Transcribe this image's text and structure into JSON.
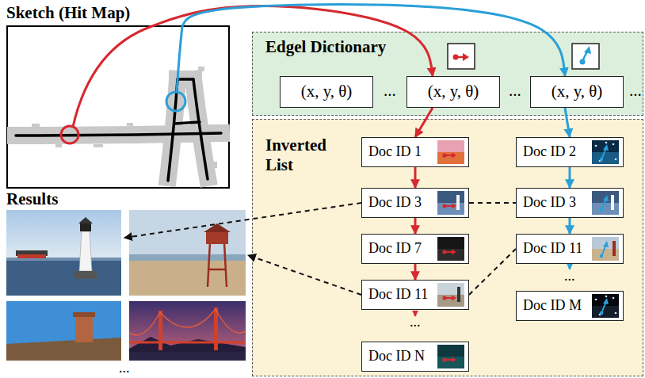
{
  "diagram": {
    "nodes": [
      {
        "text": [
          "Sketch (Hit Map)"
        ]
      },
      {
        "text": [
          "Edgel Dictionary"
        ]
      },
      {
        "text": [
          "(x, y, θ)"
        ],
        "in": 1
      },
      {
        "text": [
          "(x, y, θ)"
        ],
        "in": 1
      },
      {
        "text": [
          "(x, y, θ)"
        ],
        "in": 1
      },
      {
        "text": [
          "Inverted List"
        ]
      },
      {
        "text": [
          "Doc ID 1"
        ],
        "in": 5
      },
      {
        "text": [
          "Doc ID 3"
        ],
        "in": 5
      },
      {
        "text": [
          "Doc ID 7"
        ],
        "in": 5
      },
      {
        "text": [
          "Doc ID 11"
        ],
        "in": 5
      },
      {
        "text": [
          "Doc ID N"
        ],
        "in": 5
      },
      {
        "text": [
          "Doc ID 2"
        ],
        "in": 5
      },
      {
        "text": [
          "Doc ID 3"
        ],
        "in": 5
      },
      {
        "text": [
          "Doc ID 11"
        ],
        "in": 5
      },
      {
        "text": [
          "Doc ID M"
        ],
        "in": 5
      }
    ],
    "edges": [
      {
        "from": 0,
        "to": 3,
        "arrow": "to"
      },
      {
        "from": 0,
        "to": 4,
        "arrow": "to"
      },
      {
        "from": 3,
        "to": 6,
        "arrow": "to"
      },
      {
        "from": 6,
        "to": 7,
        "arrow": "to"
      },
      {
        "from": 7,
        "to": 8,
        "arrow": "to"
      },
      {
        "from": 8,
        "to": 9,
        "arrow": "to"
      },
      {
        "from": 4,
        "to": 11,
        "arrow": "to"
      },
      {
        "from": 11,
        "to": 12,
        "arrow": "to"
      },
      {
        "from": 12,
        "to": 13,
        "arrow": "to"
      },
      {
        "from": 7,
        "to": 12,
        "arrow": "none"
      },
      {
        "from": 9,
        "to": 13,
        "arrow": "none"
      }
    ],
    "labels": [
      "Results",
      "...",
      "...",
      "...",
      "...",
      "...",
      "..."
    ]
  }
}
